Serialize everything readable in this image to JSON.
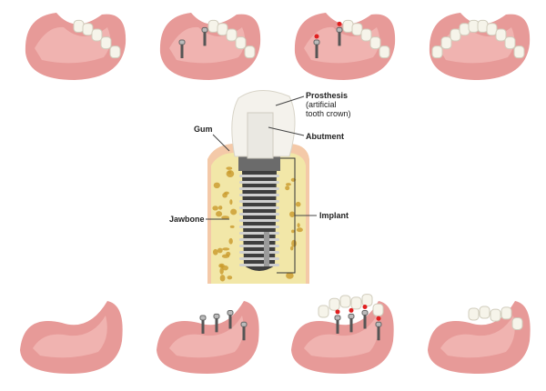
{
  "labels": {
    "prosthesis": "Prosthesis",
    "prosthesis_note_1": "(artificial",
    "prosthesis_note_2": "tooth crown)",
    "abutment": "Abutment",
    "gum": "Gum",
    "jawbone": "Jawbone",
    "implant": "Implant"
  },
  "colors": {
    "gum": "#e79a98",
    "gum_dark": "#c86f6e",
    "tooth": "#f6f4ea",
    "bone": "#f2e7a8",
    "bone_spots": "#c99a2a",
    "implant_metal": "#555555",
    "marker": "#e02020"
  }
}
